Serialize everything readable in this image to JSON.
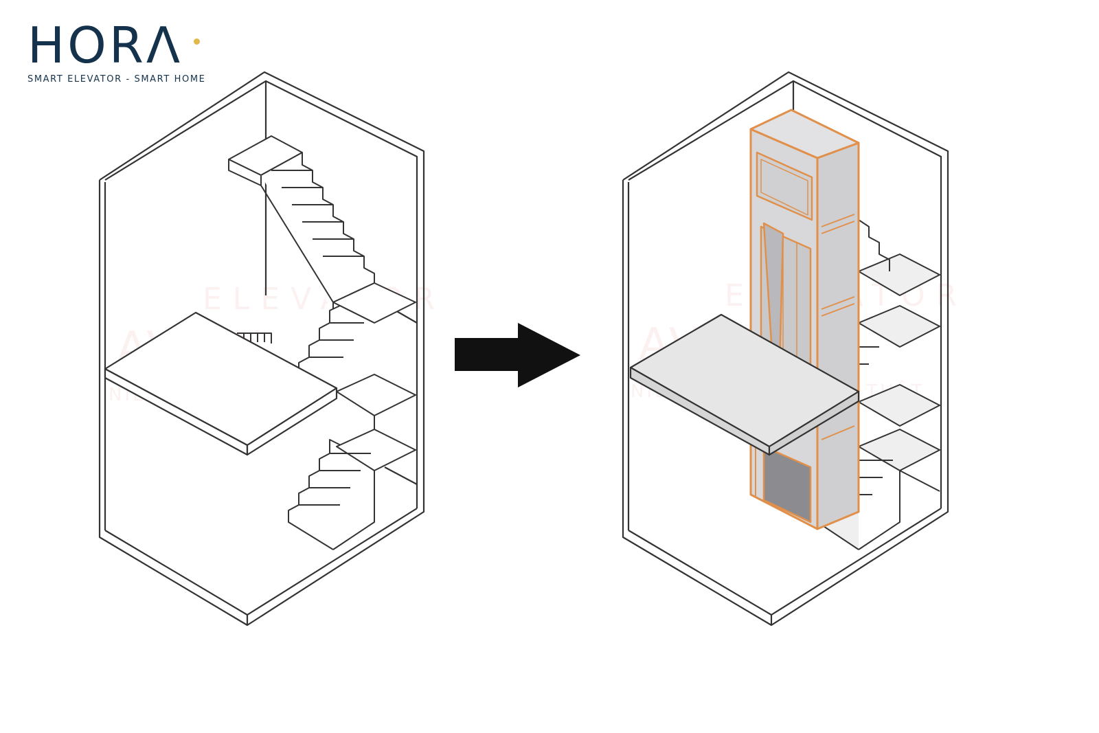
{
  "logo": {
    "wordmark": "HORΛ",
    "tagline": "SMART ELEVATOR - SMART HOME"
  },
  "watermark": {
    "line1": "ELEVATOR",
    "line2": "AVIDX",
    "line3": "NIỀM TIN SẢN PHẨM THẬT"
  },
  "colors": {
    "logo": "#14324b",
    "logo_accent": "#e2b84a",
    "lines": "#333333",
    "arrow": "#111111",
    "elevator_frame": "#e0904a",
    "elevator_fill": "#d8d8da",
    "floor_fill": "#e6e6e6"
  },
  "diagram": {
    "before": "house with staircase only",
    "after": "house with staircase and home elevator added",
    "connector": "arrow-right-icon"
  }
}
